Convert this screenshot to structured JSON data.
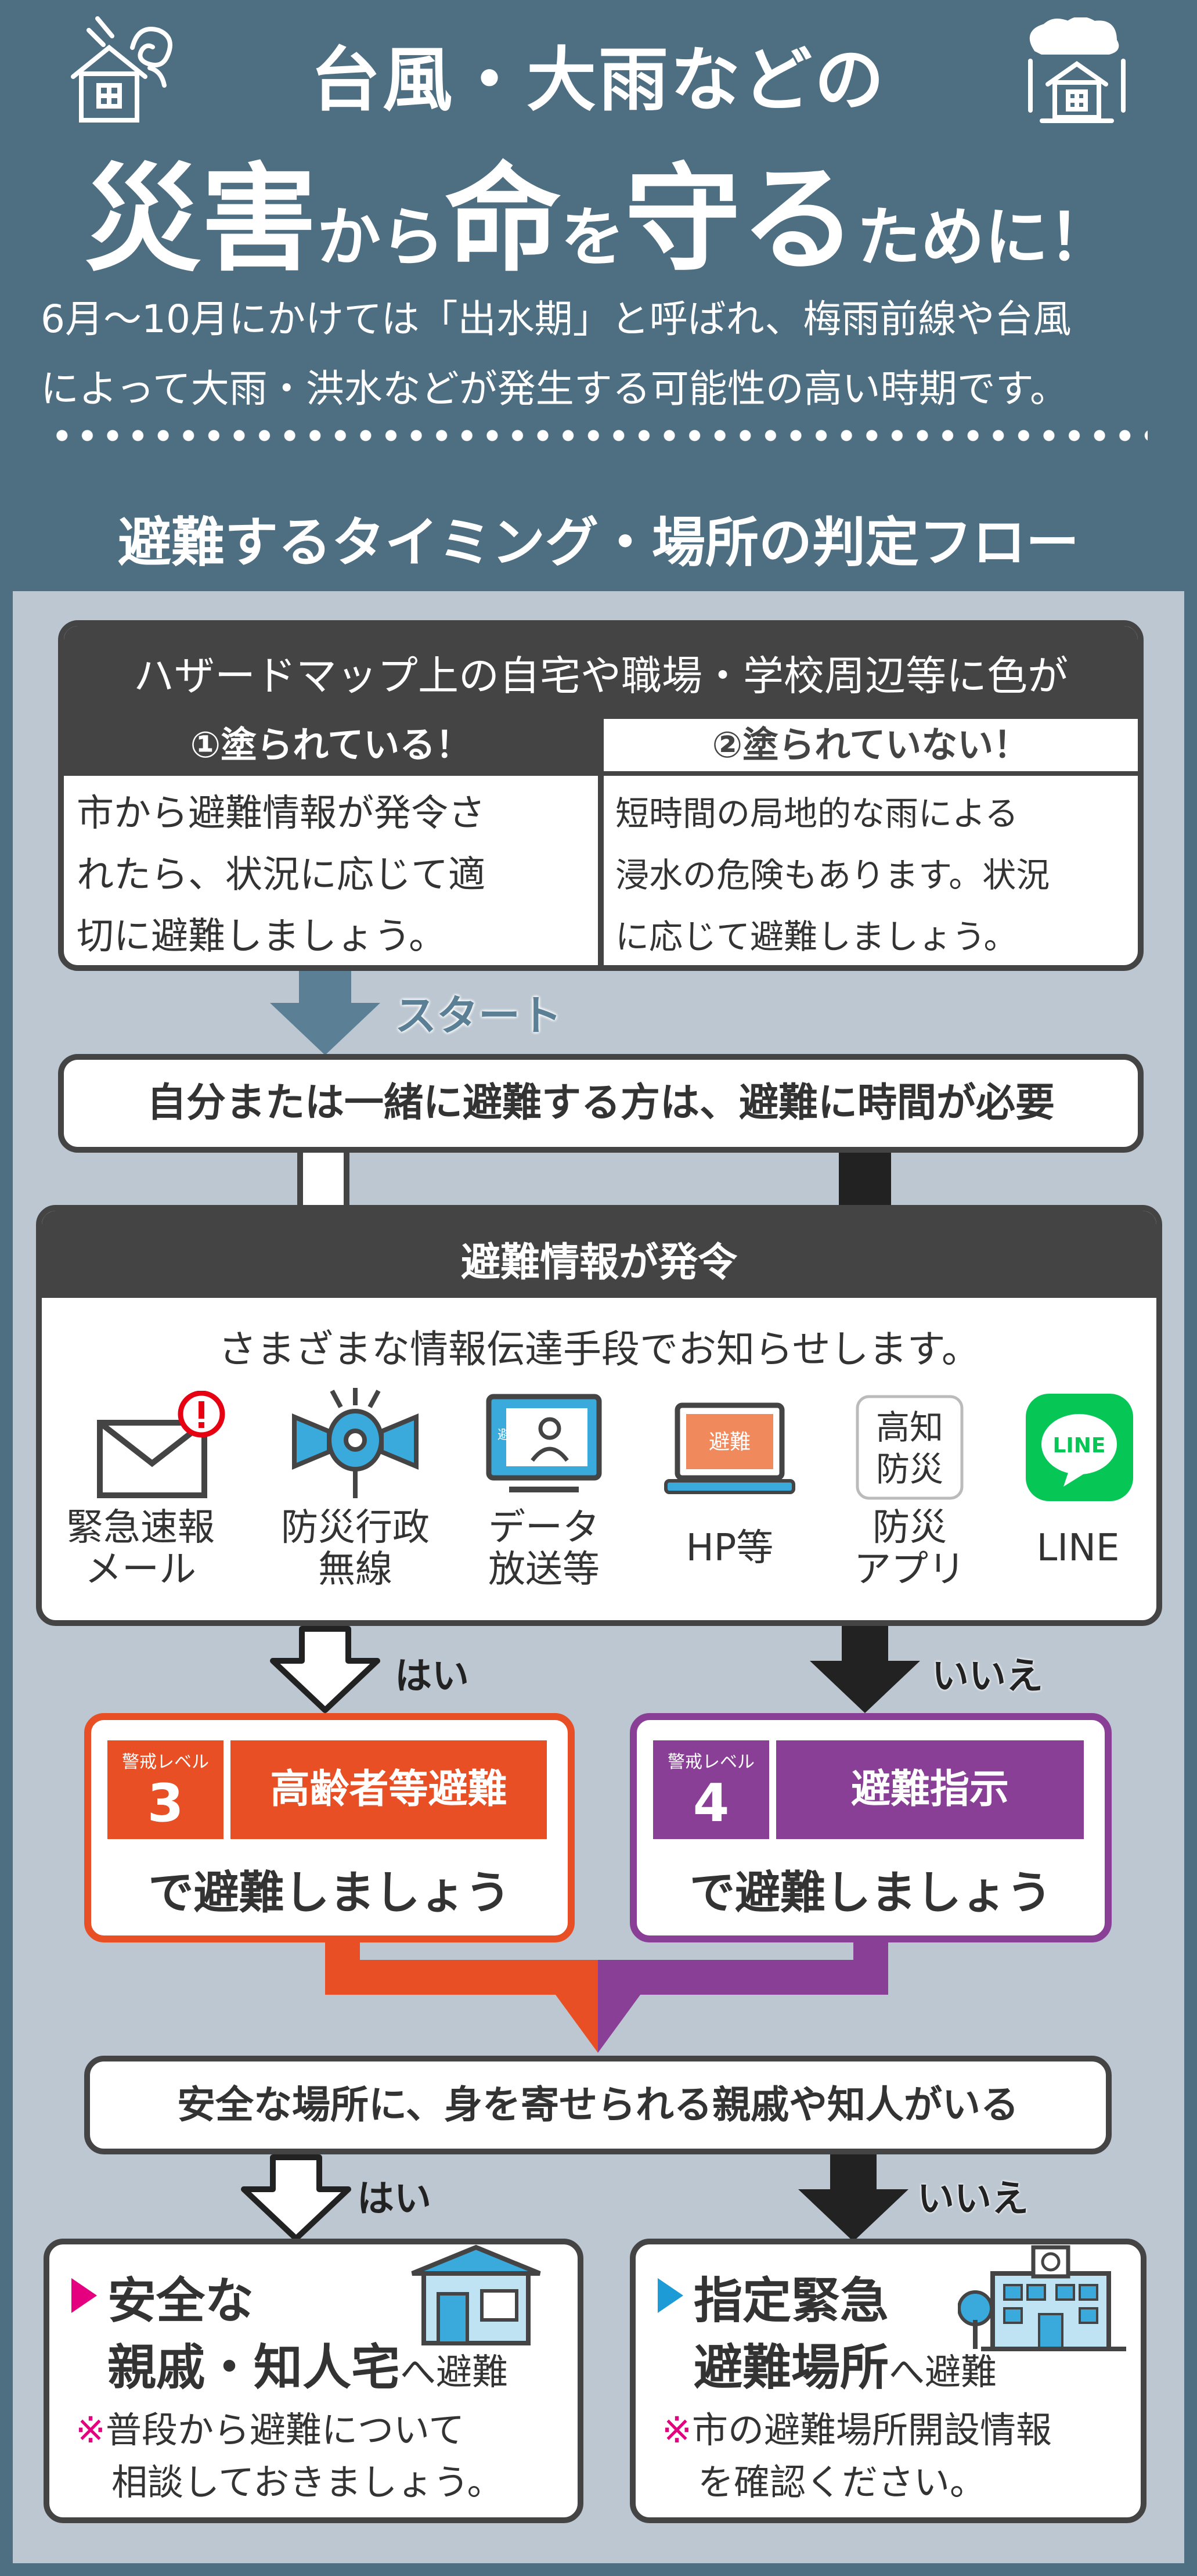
{
  "header": {
    "title_line1": "台風・大雨などの",
    "title_line2": {
      "p1": "災害",
      "p2": "から",
      "p3": "命",
      "p4": "を",
      "p5": "守る",
      "p6": "ために！"
    },
    "intro_line1": "6月～10月にかけては「出水期」と呼ばれ、梅雨前線や台風",
    "intro_line2": "によって大雨・洪水などが発生する可能性の高い時期です。",
    "subtitle": "避難するタイミング・場所の判定フロー"
  },
  "hazard": {
    "heading": "ハザードマップ上の自宅や職場・学校周辺等に色が",
    "case1": {
      "label": "①塗られている！",
      "lines": [
        "市から避難情報が発令さ",
        "れたら、状況に応じて適",
        "切に避難しましょう。"
      ]
    },
    "case2": {
      "label": "②塗られていない！",
      "lines": [
        "短時間の局地的な雨による",
        "浸水の危険もあります。状況",
        "に応じて避難しましょう。"
      ]
    }
  },
  "start_label": "スタート",
  "q1": "自分または一緒に避難する方は、避難に時間が必要",
  "info": {
    "title": "避難情報が発令",
    "desc": "さまざまな情報伝達手段でお知らせします。",
    "channels": [
      {
        "icon": "mail-alert-icon",
        "lines": [
          "緊急速報",
          "メール"
        ]
      },
      {
        "icon": "loudspeaker-icon",
        "lines": [
          "防災行政",
          "無線"
        ]
      },
      {
        "icon": "tv-icon",
        "lines": [
          "データ",
          "放送等"
        ],
        "screen_text": "避難"
      },
      {
        "icon": "laptop-icon",
        "lines": [
          "HP等"
        ],
        "screen_text": "避難"
      },
      {
        "icon": "app-icon",
        "lines": [
          "防災",
          "アプリ"
        ],
        "app_text": [
          "高知",
          "防災"
        ]
      },
      {
        "icon": "line-app-icon",
        "lines": [
          "LINE"
        ],
        "app_text": [
          "LINE"
        ]
      }
    ]
  },
  "yes": "はい",
  "no": "いいえ",
  "level3": {
    "caption": "警戒レベル",
    "num": "3",
    "label": "高齢者等避難",
    "action": "で避難しましょう",
    "color": "#e94f24"
  },
  "level4": {
    "caption": "警戒レベル",
    "num": "4",
    "label": "避難指示",
    "action": "で避難しましょう",
    "color": "#8a3f97"
  },
  "q2": "安全な場所に、身を寄せられる親戚や知人がいる",
  "dest1": {
    "title1": "安全な",
    "title2": "親戚・知人宅",
    "suffix": "へ避難",
    "mark": "※",
    "note1": "普段から避難について",
    "note2": "相談しておきましょう。"
  },
  "dest2": {
    "title1": "指定緊急",
    "title2": "避難場所",
    "suffix": "へ避難",
    "mark": "※",
    "note1": "市の避難場所開設情報",
    "note2": "を確認ください。"
  },
  "colors": {
    "bg": "#4e6e82",
    "panel": "#bcc7d1",
    "dark": "#444444",
    "accent_magenta": "#e4007f",
    "accent_blue": "#1d9bd7",
    "line_green": "#06c755"
  }
}
